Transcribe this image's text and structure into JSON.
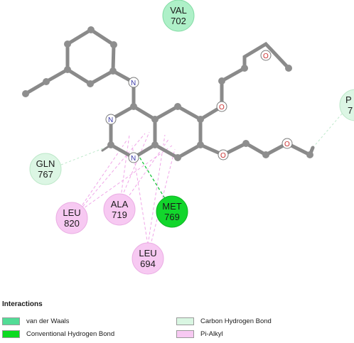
{
  "residues": [
    {
      "id": "val702",
      "line1": "VAL",
      "line2": "702",
      "fill": "#aef0c8",
      "stroke": "#84dca5"
    },
    {
      "id": "gln767",
      "line1": "GLN",
      "line2": "767",
      "fill": "#dcf6e4",
      "stroke": "#bde8c9"
    },
    {
      "id": "leu820",
      "line1": "LEU",
      "line2": "820",
      "fill": "#f7c9f2",
      "stroke": "#ebaee4"
    },
    {
      "id": "ala719",
      "line1": "ALA",
      "line2": "719",
      "fill": "#f7c9f2",
      "stroke": "#ebaee4"
    },
    {
      "id": "met769",
      "line1": "MET",
      "line2": "769",
      "fill": "#12d62c",
      "stroke": "#0fb424"
    },
    {
      "id": "leu694",
      "line1": "LEU",
      "line2": "694",
      "fill": "#f7c9f2",
      "stroke": "#ebaee4"
    },
    {
      "id": "partial",
      "line1": "P",
      "line2": "7",
      "fill": "#dcf6e4",
      "stroke": "#bde8c9"
    }
  ],
  "atoms": {
    "n1": "N",
    "n2": "N",
    "n3": "N",
    "o1": "O",
    "o2": "O",
    "o3": "O",
    "o4": "O"
  },
  "legend": {
    "title": "Interactions",
    "items": [
      {
        "label": "van der Waals",
        "color": "#52dc96"
      },
      {
        "label": "Conventional Hydrogen Bond",
        "color": "#0cda20"
      },
      {
        "label": "Carbon Hydrogen Bond",
        "color": "#d9f6e2"
      },
      {
        "label": "Pi-Alkyl",
        "color": "#f7c9f2"
      }
    ]
  },
  "colors": {
    "bond": "#8a8a8a",
    "atom_carbon": "#8e8e8e",
    "atom_nitrogen": "#7a7ad8",
    "atom_oxygen": "#e03030",
    "pi_alkyl_line": "#f0a6e8",
    "hbond_line": "#17c43a",
    "ch_bond_line": "#bfe9cc"
  }
}
